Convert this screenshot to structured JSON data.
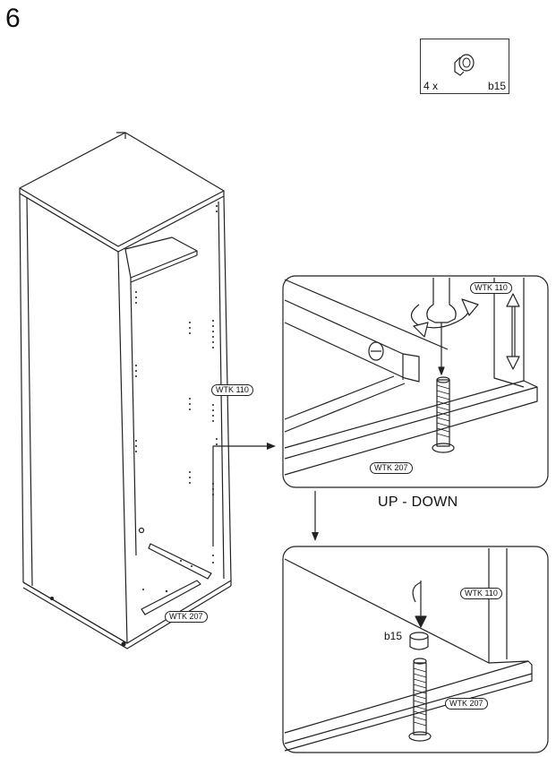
{
  "step_number": "6",
  "part": {
    "quantity": "4 x",
    "code": "b15"
  },
  "labels": {
    "wtk110": "WTK 110",
    "wtk207": "WTK 207",
    "b15": "b15"
  },
  "caption": "UP - DOWN",
  "icons": [
    "cap-b15-icon",
    "screwdriver-icon",
    "rotate-arrow-icon",
    "up-down-arrow-icon",
    "down-arrow-icon"
  ]
}
